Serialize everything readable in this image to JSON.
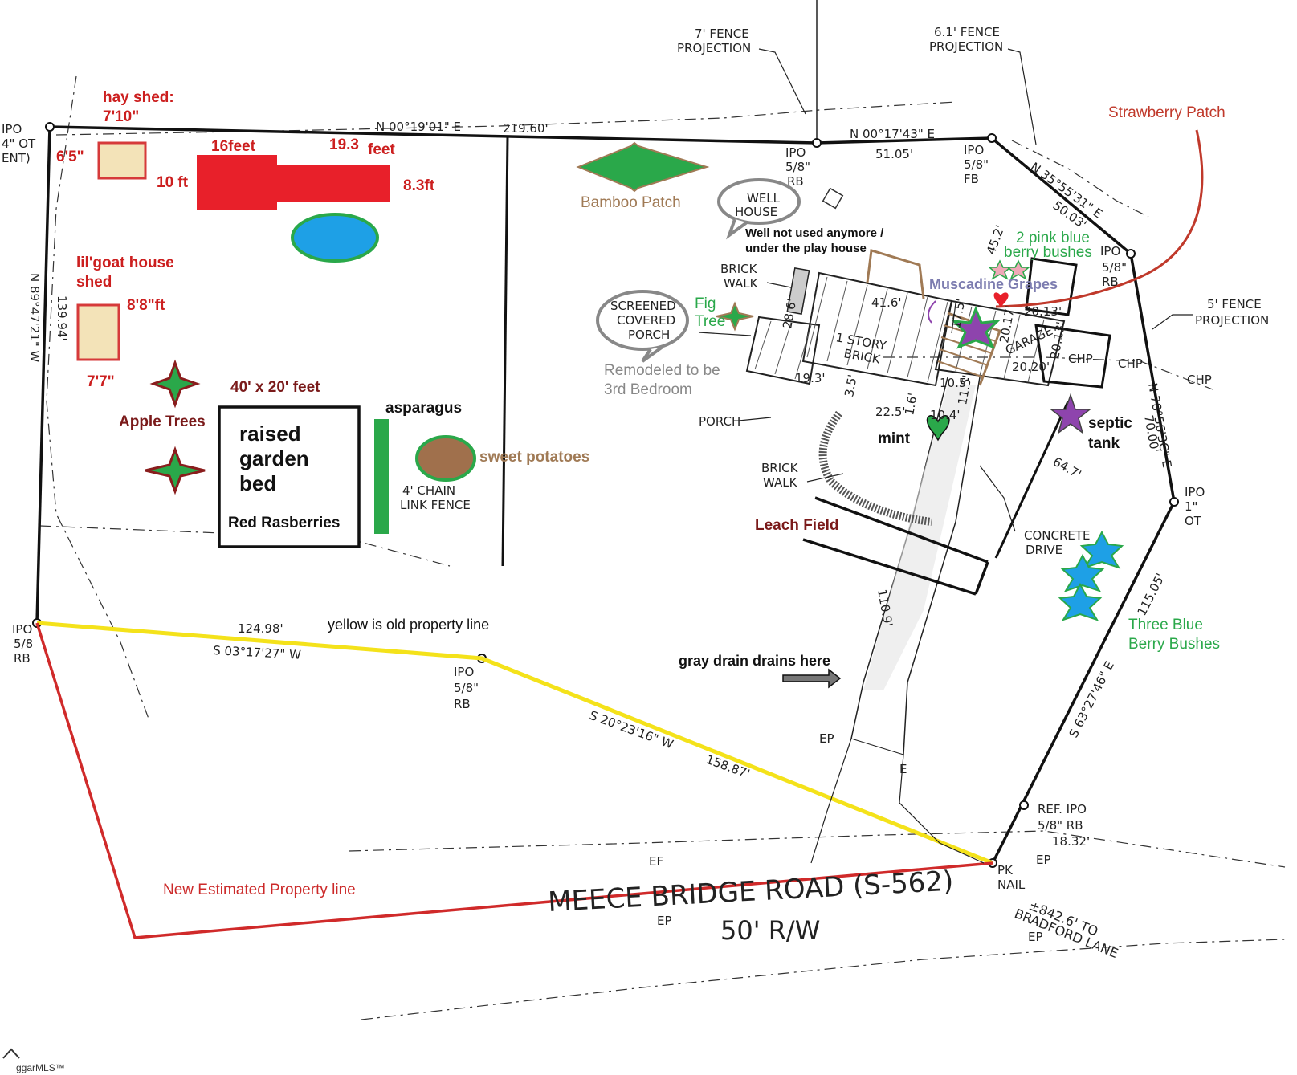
{
  "title": "",
  "road": {
    "name": "MEECE BRIDGE ROAD (S-562)",
    "rw": "50' R/W",
    "to_lane_dist": "±842.6' TO",
    "to_lane_name": "BRADFORD LANE"
  },
  "survey_labels": {
    "north_bearing_1": "N 00°19'01\" E",
    "north_dist_total": "219.60'",
    "north_bearing_2": "N 00°17'43\" E",
    "north_dist_2": "51.05'",
    "ne_bearing": "N 35°55'31\" E",
    "ne_dist": "50.03'",
    "east_bearing": "N 78°56'3C\" E",
    "east_dist": "70.00'",
    "se_bearing": "S 63°27'46\" E",
    "se_dist": "115.05'",
    "west_bearing": "N 89°47'21\" W",
    "west_dist": "139.94'",
    "south_bearing_1": "S 03°17'27\" W",
    "south_dist_1": "124.98'",
    "south_bearing_2": "S 20°23'16\" W",
    "south_dist_2": "158.87'",
    "drive_dist": "110.9'",
    "dist_64": "64.7'",
    "dist_45": "45.2'",
    "fence_7": "7' FENCE",
    "fence_7b": "PROJECTION",
    "fence_61": "6.1' FENCE",
    "fence_61b": "PROJECTION",
    "fence_5": "5' FENCE",
    "fence_5b": "PROJECTION",
    "ipo_nw_1": "IPO",
    "ipo_nw_2": "4\" OT",
    "ipo_nw_3": "ENT)",
    "ipo_n_1": "IPO",
    "ipo_n_2": "5/8\"",
    "ipo_n_3": "RB",
    "ipo_ne_1": "IPO",
    "ipo_ne_2": "5/8\"",
    "ipo_ne_3": "FB",
    "ipo_e_1": "IPO",
    "ipo_e_2": "5/8\"",
    "ipo_e_3": "RB",
    "ipo_se_1": "IPO",
    "ipo_se_2": "1\"",
    "ipo_se_3": "OT",
    "ipo_sw_1": "IPO",
    "ipo_sw_2": "5/8",
    "ipo_sw_3": "RB",
    "ipo_mid_1": "IPO",
    "ipo_mid_2": "5/8\"",
    "ipo_mid_3": "RB",
    "ref_ipo_1": "REF. IPO",
    "ref_ipo_2": "5/8\" RB",
    "ref_ipo_3": "18.32'",
    "pk_1": "PK",
    "pk_2": "NAIL",
    "ep": "EP",
    "ep_e": "E",
    "ef": "EF",
    "brick_walk_1": "BRICK",
    "brick_walk_2": "WALK",
    "story_1": "1 STORY",
    "story_2": "BRICK",
    "garage": "GARAGE",
    "porch": "PORCH",
    "chain_1": "4' CHAIN",
    "chain_2": "LINK FENCE",
    "concrete_1": "CONCRETE",
    "concrete_2": "DRIVE",
    "chp": "CHP",
    "well_1": "WELL",
    "well_2": "HOUSE",
    "screened_1": "SCREENED",
    "screened_2": "COVERED",
    "screened_3": "PORCH",
    "dim_416": "41.6'",
    "dim_286": "28.6'",
    "dim_193": "19.3'",
    "dim_35": "3.5'",
    "dim_225": "22.5'",
    "dim_16": "1.6'",
    "dim_104": "10.4'",
    "dim_115": "11.5'",
    "dim_105": "10.5'",
    "dim_175": "17.5'",
    "dim_2017": "20.17'",
    "dim_2013": "20.13'",
    "dim_2020": "20.20'",
    "dim_2013b": "20.13'"
  },
  "annotations": {
    "hay_shed": "hay shed:",
    "hay_shed_dim": "7'10\"",
    "hay_shed_side": "6'5\"",
    "dim_16feet": "16feet",
    "dim_193feet": "19.3",
    "dim_193feet_unit": "feet",
    "dim_10ft": "10 ft",
    "dim_83ft": "8.3ft",
    "goat_house_1": "lil'goat house",
    "goat_house_2": "shed",
    "goat_dim_1": "8'8\"ft",
    "goat_dim_2": "7'7\"",
    "garden_size": "40' x 20' feet",
    "apple_trees": "Apple Trees",
    "raised_1": "raised",
    "raised_2": "garden",
    "raised_3": "bed",
    "raspberries": "Red Rasberries",
    "asparagus": "asparagus",
    "sweet_potatoes": "sweet potatoes",
    "bamboo": "Bamboo Patch",
    "well_note_1": "Well not used anymore /",
    "well_note_2": "under the play house",
    "pink_blue_1": "2 pink blue",
    "pink_blue_2": "berry bushes",
    "muscadine": "Muscadine Grapes",
    "strawberry": "Strawberry Patch",
    "fig_1": "Fig",
    "fig_2": "Tree",
    "remodeled_1": "Remodeled to be",
    "remodeled_2": "3rd Bedroom",
    "mint": "mint",
    "septic_1": "septic",
    "septic_2": "tank",
    "leach": "Leach Field",
    "three_blue_1": "Three Blue",
    "three_blue_2": "Berry Bushes",
    "yellow_note": "yellow is old property line",
    "gray_drain": "gray drain drains here",
    "new_line": "New Estimated Property line",
    "watermark": "ggarMLS™"
  },
  "colors": {
    "shed_fill": "#f3e3b8",
    "shed_stroke": "#d63a3a",
    "hay_red": "#e8202a",
    "pond_blue": "#1ea0e6",
    "pond_edge": "#2aa84a",
    "plant_green": "#2aa84a",
    "star_outline": "#8a1d1d",
    "potato_brown": "#a0704c",
    "old_line": "#f4e21a",
    "new_line": "#d02a2a",
    "purple": "#8e44ad",
    "blue_star": "#1ea0e6"
  }
}
